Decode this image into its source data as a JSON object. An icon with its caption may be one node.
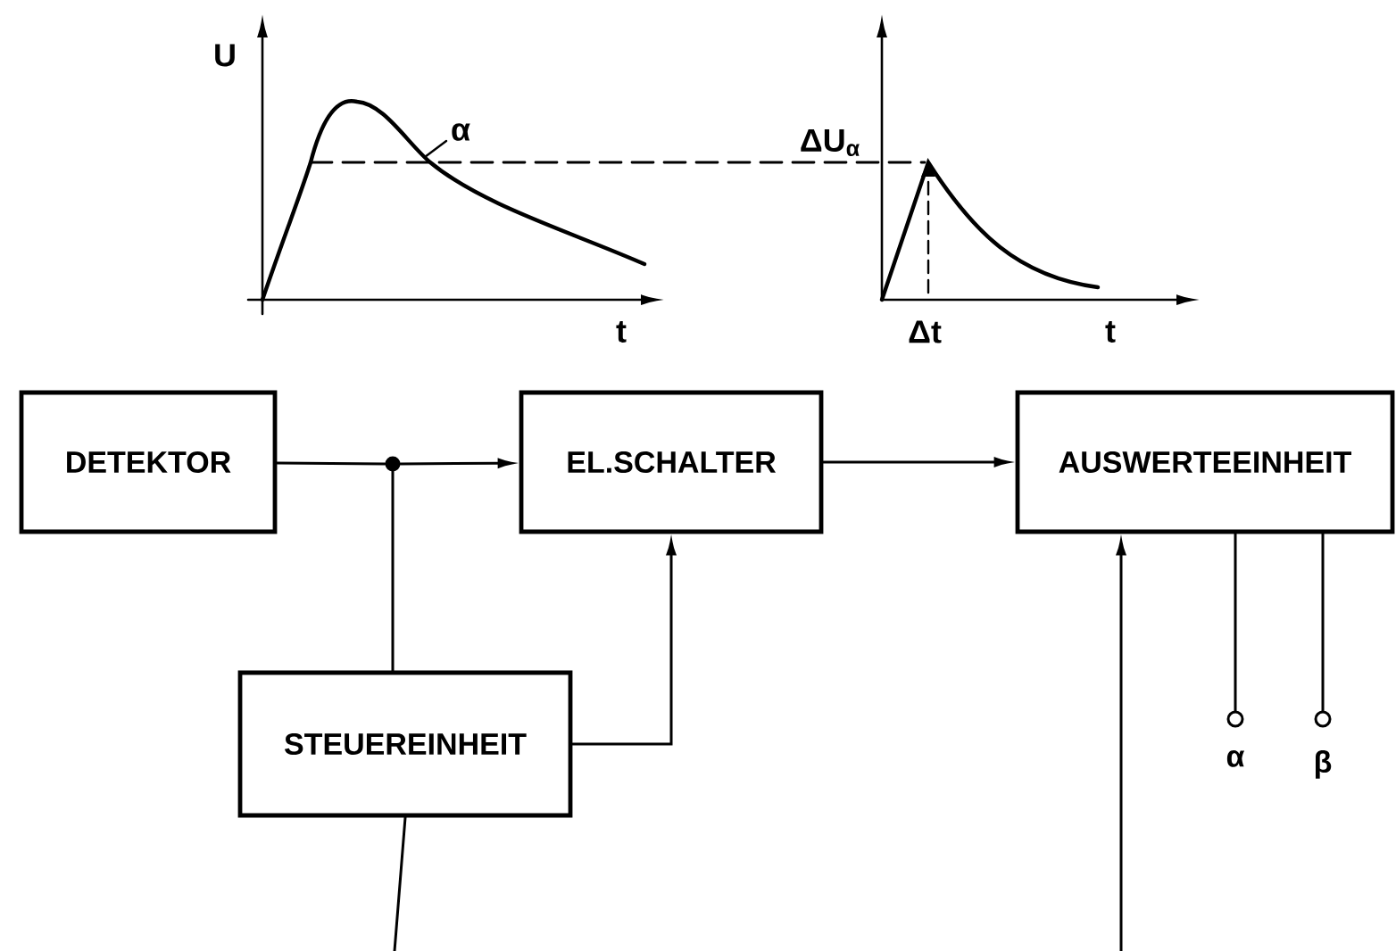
{
  "diagram": {
    "nodes": [
      {
        "text": [
          "DETEKTOR"
        ]
      },
      {
        "text": [
          "EL.SCHALTER"
        ]
      },
      {
        "text": [
          "AUSWERTEEINHEIT"
        ]
      },
      {
        "text": [],
        "shape": "circle"
      },
      {
        "text": [
          "STEUEREINHEIT"
        ]
      },
      {
        "text": [],
        "shape": "circle",
        "beside": [
          "α"
        ]
      },
      {
        "text": [],
        "shape": "circle",
        "beside": [
          "β"
        ]
      }
    ],
    "edges": [
      {
        "from": 0,
        "to": 3,
        "arrow": "none"
      },
      {
        "from": 3,
        "to": 1,
        "arrow": "to"
      },
      {
        "from": 3,
        "to": 4,
        "arrow": "none"
      },
      {
        "from": 4,
        "to": 1,
        "arrow": "to"
      },
      {
        "from": 1,
        "to": 2,
        "arrow": "to"
      },
      {
        "from": 4,
        "to": null,
        "arrow": "none"
      },
      {
        "from": null,
        "to": 2,
        "arrow": "to"
      },
      {
        "from": 2,
        "to": 5,
        "arrow": "none"
      },
      {
        "from": 2,
        "to": 6,
        "arrow": "none"
      }
    ],
    "labels": [
      "U",
      "α",
      "ΔU$_{α}$",
      "t",
      "Δt",
      "t"
    ]
  }
}
